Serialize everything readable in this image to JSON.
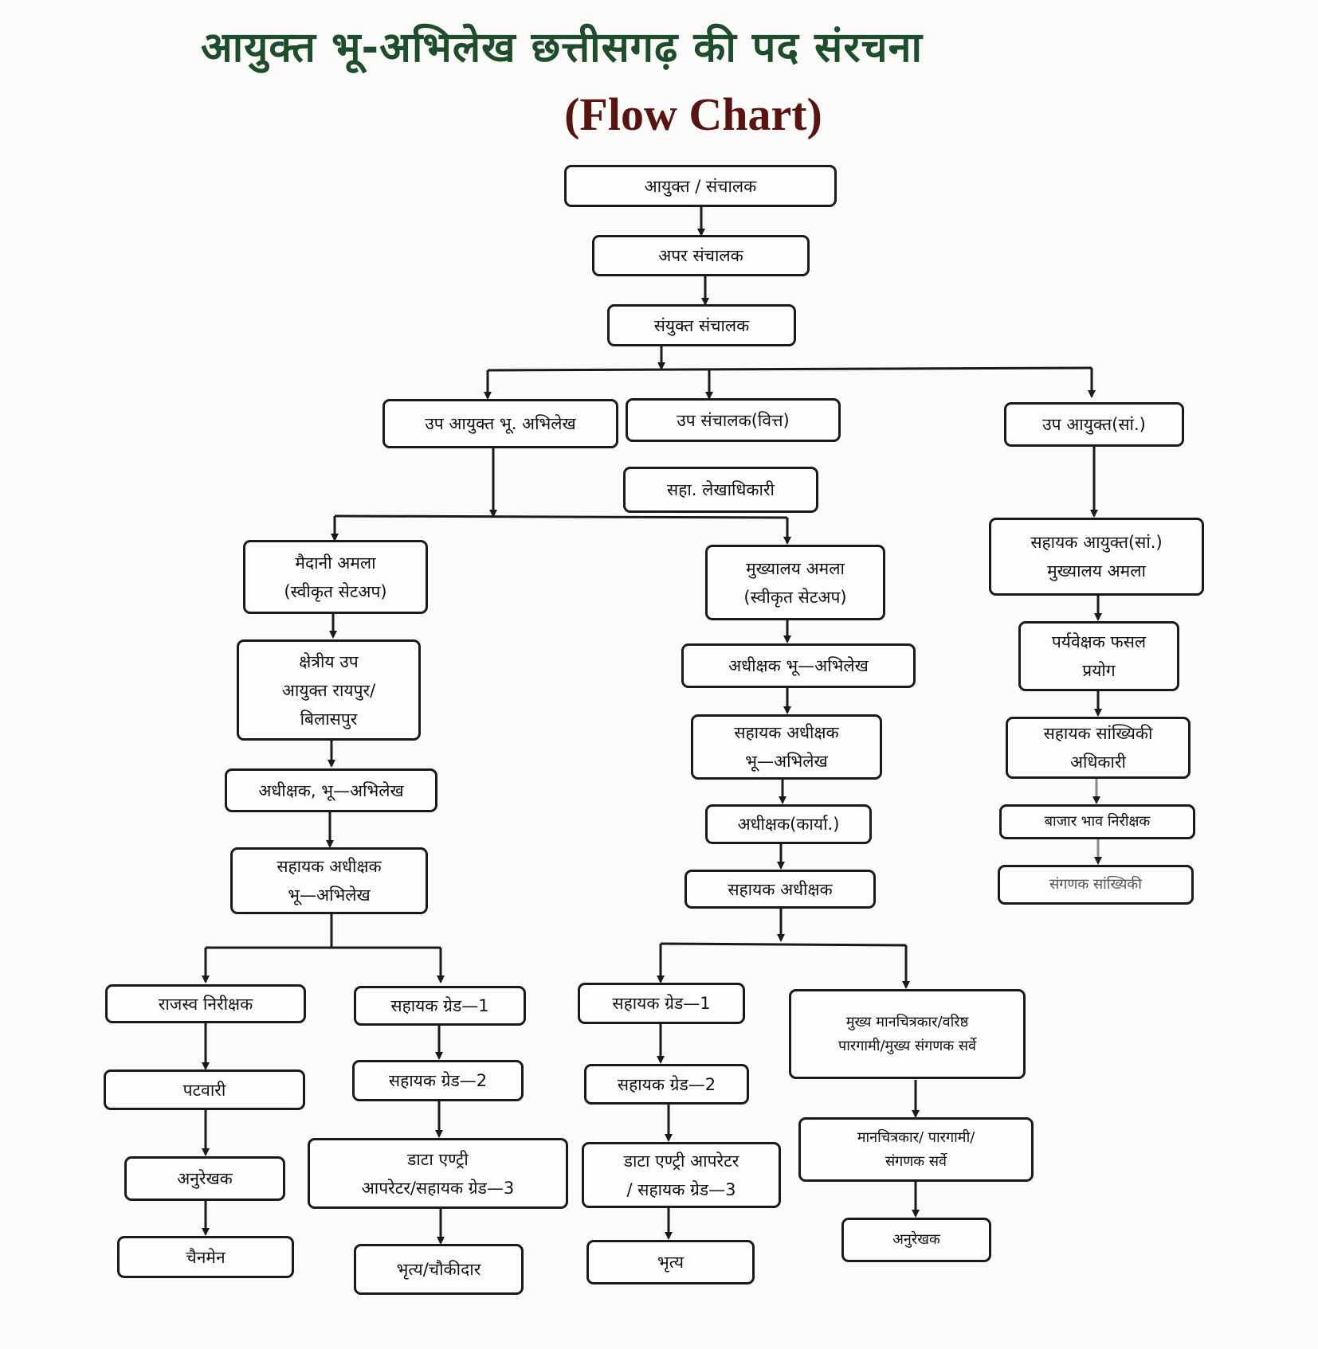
{
  "header": {
    "title": "आयुक्त भू-अभिलेख छत्तीसगढ़ की पद संरचना",
    "subtitle": "(Flow Chart)"
  },
  "colors": {
    "title": "#1d4d2a",
    "subtitle": "#5a1410",
    "line": "#1a1a1a"
  },
  "nodes": {
    "commissioner": "आयुक्त / संचालक",
    "additional_director": "अपर संचालक",
    "joint_director": "संयुक्त संचालक",
    "deputy_commissioner_land_records": "उप आयुक्त भू. अभिलेख",
    "deputy_director_finance": "उप संचालक(वित्त)",
    "assistant_accounts_officer": "सहा. लेखाधिकारी",
    "deputy_commissioner_stats": "उप आयुक्त(सां.)",
    "field_staff": [
      "मैदानी अमला",
      "(स्वीकृत सेटअप)"
    ],
    "regional_deputy_commissioner": [
      "क्षेत्रीय उप",
      "आयुक्त रायपुर/",
      "बिलासपुर"
    ],
    "superintendent_land_records_field": "अधीक्षक, भू—अभिलेख",
    "assistant_superintendent_field": [
      "सहायक अधीक्षक",
      "भू—अभिलेख"
    ],
    "revenue_inspector": "राजस्व निरीक्षक",
    "patwari": "पटवारी",
    "tracer_field": "अनुरेखक",
    "chainman": "चैनमेन",
    "assistant_grade1_field": "सहायक ग्रेड—1",
    "assistant_grade2_field": "सहायक ग्रेड—2",
    "data_entry_field": [
      "डाटा एण्ट्री",
      "आपरेटर/सहायक ग्रेड—3"
    ],
    "peon_watchman": "भृत्य/चौकीदार",
    "hq_staff": [
      "मुख्यालय अमला",
      "(स्वीकृत सेटअप)"
    ],
    "superintendent_land_records_hq": "अधीक्षक भू—अभिलेख",
    "assistant_superintendent_hq": [
      "सहायक अधीक्षक",
      "भू—अभिलेख"
    ],
    "superintendent_office": "अधीक्षक(कार्या.)",
    "assistant_superintendent": "सहायक अधीक्षक",
    "assistant_grade1_hq": "सहायक ग्रेड—1",
    "assistant_grade2_hq": "सहायक ग्रेड—2",
    "data_entry_hq": [
      "डाटा एण्ट्री आपरेटर",
      "/ सहायक ग्रेड—3"
    ],
    "peon": "भृत्य",
    "chief_cartographer": [
      "मुख्य मानचित्रकार/वरिष्ठ",
      "पारगामी/मुख्य संगणक सर्वे"
    ],
    "cartographer": [
      "मानचित्रकार/ पारगामी/",
      "संगणक सर्वे"
    ],
    "tracer_hq": "अनुरेखक",
    "assistant_commissioner_stats": [
      "सहायक आयुक्त(सां.)",
      "मुख्यालय अमला"
    ],
    "crop_experiment_supervisor": [
      "पर्यवेक्षक फसल",
      "प्रयोग"
    ],
    "assistant_statistics_officer": [
      "सहायक सांख्यिकी",
      "अधिकारी"
    ],
    "market_price_inspector": "बाजार भाव निरीक्षक",
    "computer_statistics": "संगणक सांख्यिकी"
  }
}
